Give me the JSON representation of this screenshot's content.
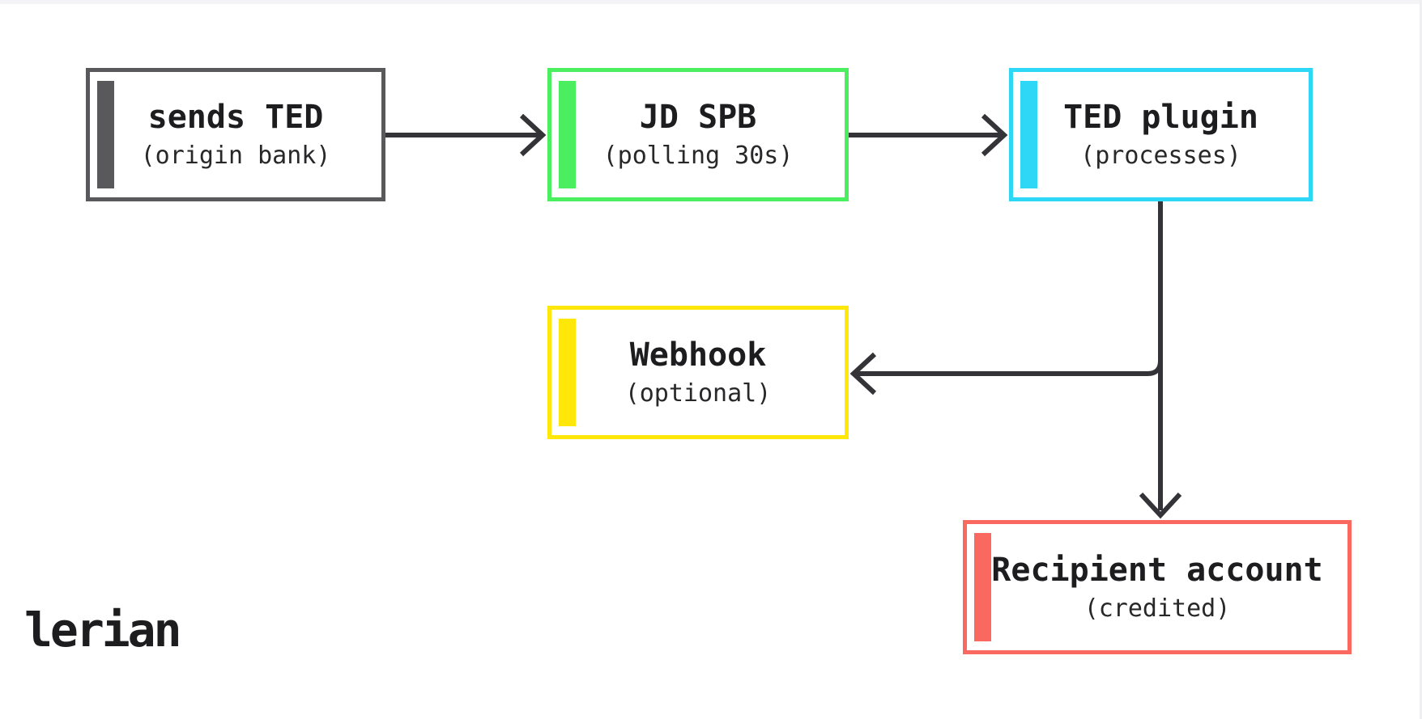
{
  "brand": {
    "logo_text": "lerian"
  },
  "colors": {
    "background": "#ffffff",
    "connector": "#333338",
    "title_text": "#1d1d1f",
    "subtitle_text": "#28282a"
  },
  "nodes": [
    {
      "id": "sends-ted",
      "title": "sends TED",
      "subtitle": "(origin bank)",
      "accent": "#59595b"
    },
    {
      "id": "jd-spb",
      "title": "JD SPB",
      "subtitle": "(polling 30s)",
      "accent": "#4bee5e"
    },
    {
      "id": "ted-plugin",
      "title": "TED plugin",
      "subtitle": "(processes)",
      "accent": "#2fd7f6"
    },
    {
      "id": "webhook",
      "title": "Webhook",
      "subtitle": "(optional)",
      "accent": "#ffe70a"
    },
    {
      "id": "recipient-account",
      "title": "Recipient account",
      "subtitle": "(credited)",
      "accent": "#f9695f"
    }
  ],
  "edges": [
    {
      "from": "sends-ted",
      "to": "jd-spb",
      "direction": "right"
    },
    {
      "from": "jd-spb",
      "to": "ted-plugin",
      "direction": "right"
    },
    {
      "from": "ted-plugin",
      "to": "webhook",
      "direction": "left"
    },
    {
      "from": "ted-plugin",
      "to": "recipient-account",
      "direction": "down"
    }
  ]
}
